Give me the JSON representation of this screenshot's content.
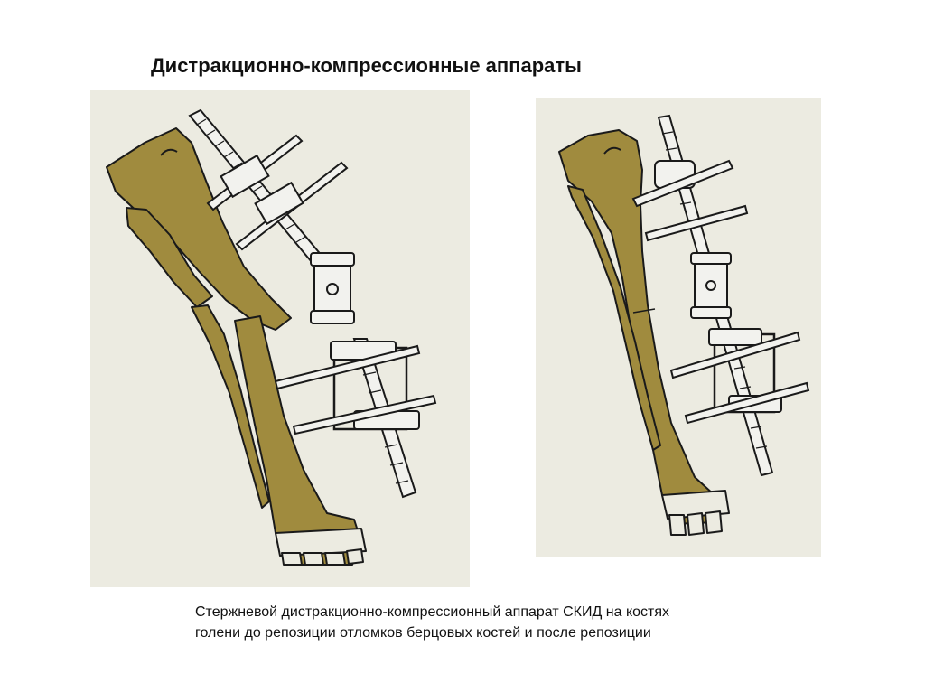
{
  "title": "Дистракционно-компрессионные аппараты",
  "caption": {
    "line1": "Стержневой дистракционно-компрессионный аппарат СКИД на костях",
    "line2": "голени до репозиции отломков берцовых костей и после репозиции"
  },
  "colors": {
    "panel_bg": "#ecebe1",
    "bone": "#a08b3e",
    "outline": "#1a1a1a",
    "metal": "#f2f2ee",
    "page_bg": "#ffffff"
  },
  "figures": [
    {
      "id": "before-reposition",
      "depicts": "illustration-before"
    },
    {
      "id": "after-reposition",
      "depicts": "illustration-after"
    }
  ]
}
